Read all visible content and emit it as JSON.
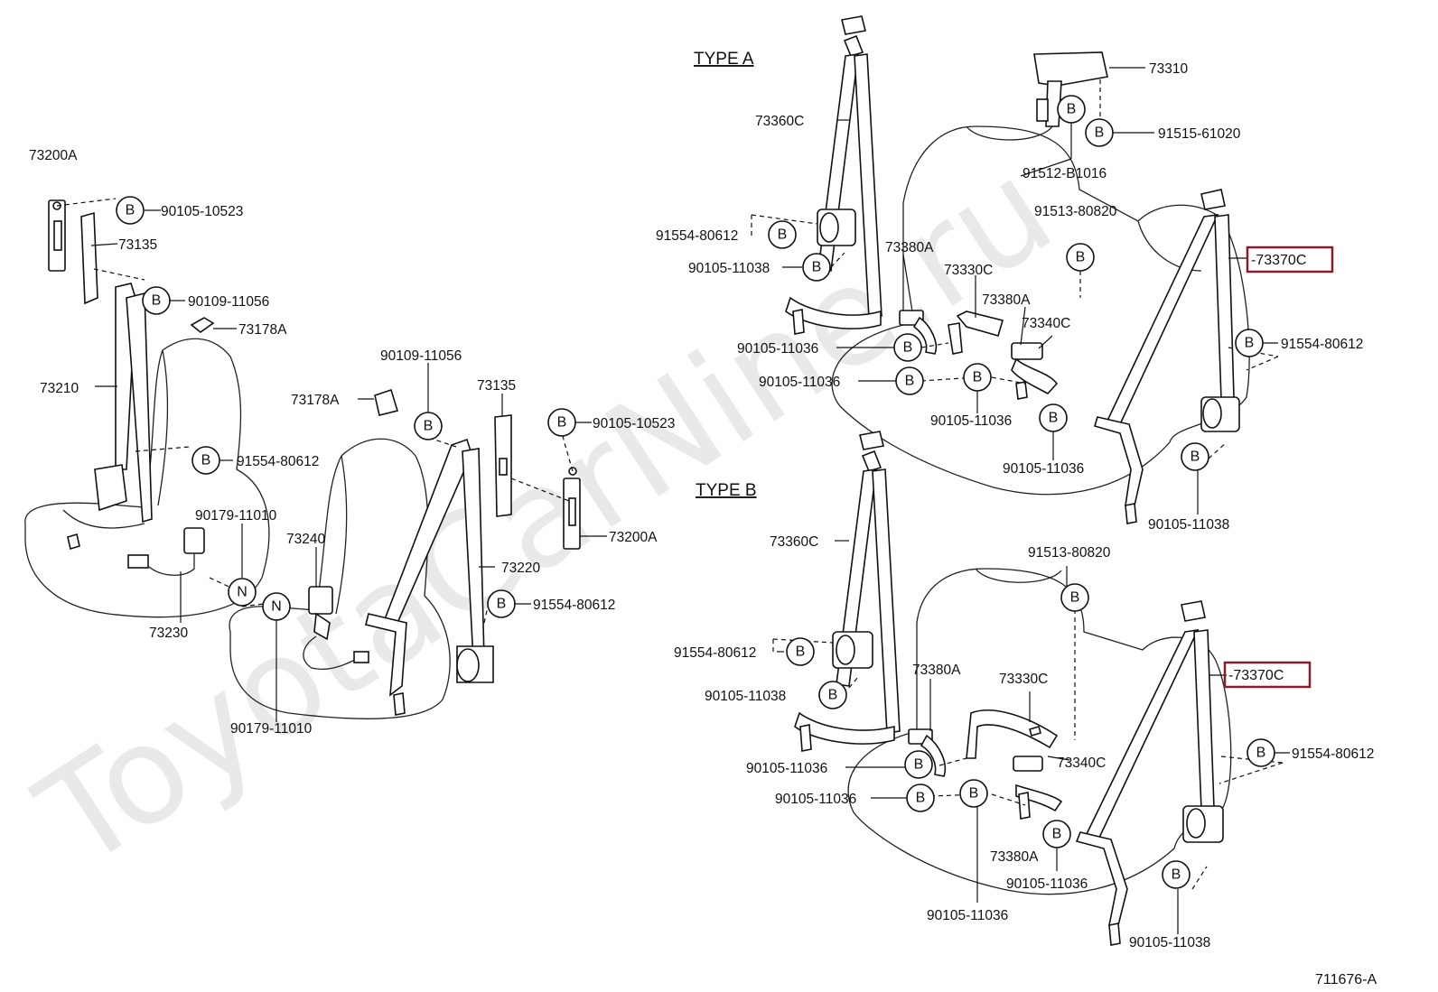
{
  "watermark": "ToyotaCarNine.ru",
  "headings": {
    "type_a": "TYPE A",
    "type_b": "TYPE B"
  },
  "diagram_ref": "711676-A",
  "markers": {
    "b": "B",
    "n": "N"
  },
  "labels": {
    "p73200A": "73200A",
    "p73135": "73135",
    "p73178A": "73178A",
    "p73210": "73210",
    "p73230": "73230",
    "p73240": "73240",
    "p73220": "73220",
    "p73360C": "73360C",
    "p73380A": "73380A",
    "p73330C": "73330C",
    "p73340C": "73340C",
    "p73310": "73310",
    "p73370C": "-73370C",
    "f90105_10523": "90105-10523",
    "f90109_11056": "90109-11056",
    "f91554_80612": "91554-80612",
    "f90179_11010": "90179-11010",
    "f90105_11038": "90105-11038",
    "f90105_11036": "90105-11036",
    "f91515_61020": "91515-61020",
    "f91512_B1016": "91512-B1016",
    "f91513_80820": "91513-80820"
  },
  "highlight_color": "#8b1a2b"
}
